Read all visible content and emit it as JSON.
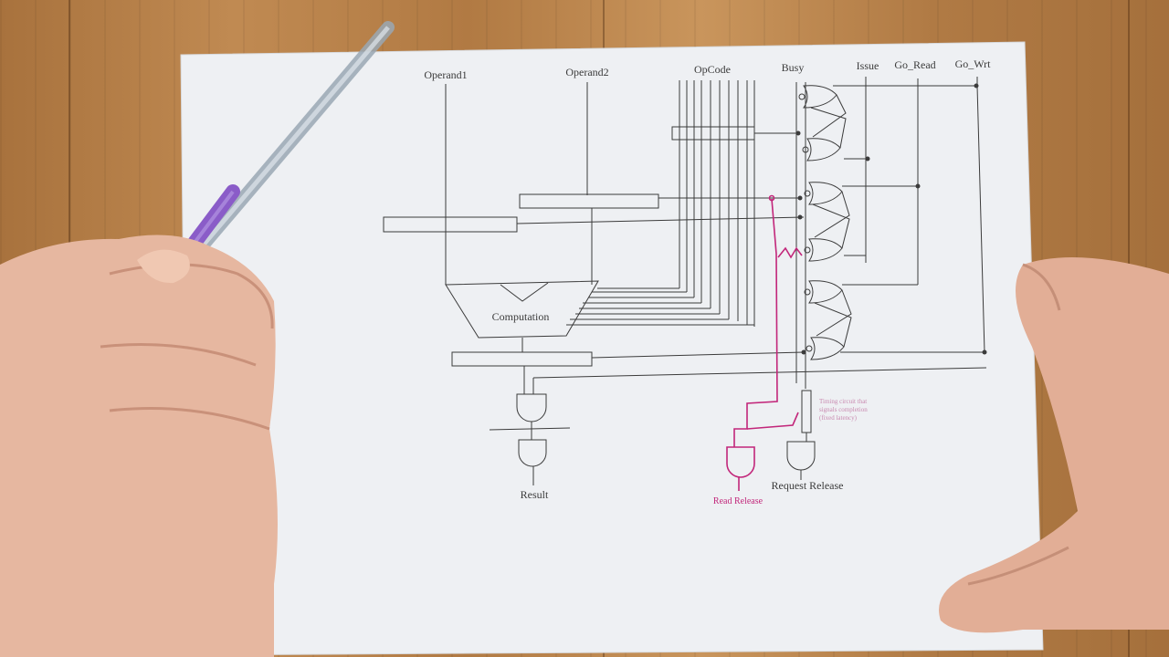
{
  "diagram": {
    "labels": {
      "operand1": "Operand1",
      "operand2": "Operand2",
      "opcode": "OpCode",
      "busy": "Busy",
      "issue": "Issue",
      "go_read": "Go_Read",
      "go_write": "Go_Wrt",
      "computation": "Computation",
      "result": "Result",
      "request_release": "Request Release",
      "read_release": "Read Release"
    },
    "annotation": [
      "Timing circuit that",
      "signals completion",
      "(fixed latency)"
    ]
  },
  "colors": {
    "paper": "#eef0f3",
    "ink": "#3b3b3b",
    "annotation_ink": "#c2267a",
    "desk": "#b07a45"
  }
}
